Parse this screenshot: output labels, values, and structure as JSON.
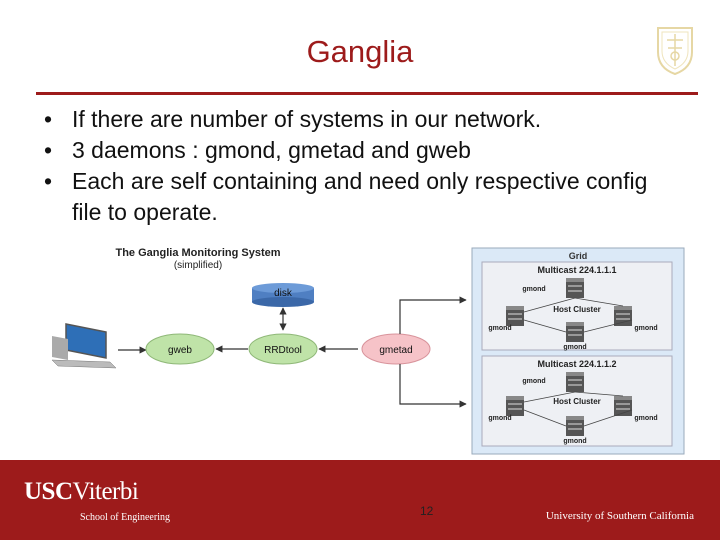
{
  "slide": {
    "title": "Ganglia",
    "bullets": [
      "If there are number of systems in our network.",
      "3 daemons : gmond, gmetad and gweb",
      "Each are self containing and need only respective config file to operate."
    ]
  },
  "diagram": {
    "title_line1": "The Ganglia Monitoring System",
    "title_line2": "(simplified)",
    "disk": "disk",
    "gweb": "gweb",
    "rrdtool": "RRDtool",
    "gmetad": "gmetad",
    "grid": "Grid",
    "clusters": [
      {
        "multicast": "Multicast 224.1.1.1",
        "host": "Host Cluster",
        "gmond": "gmond"
      },
      {
        "multicast": "Multicast 224.1.1.2",
        "host": "Host Cluster",
        "gmond": "gmond"
      }
    ]
  },
  "footer": {
    "logo_usc": "USC",
    "logo_viterbi": "Viterbi",
    "school": "School of Engineering",
    "page_number": "12",
    "university": "University of Southern California"
  },
  "colors": {
    "usc_cardinal": "#9d1b1b",
    "node_green": "#bfe3a8",
    "node_pink": "#f6c3c8",
    "disk_blue": "#4f7fc2",
    "grid_blue": "#dbe9f7"
  },
  "icons": [
    "usc-crest-icon",
    "computer-monitor-icon",
    "server-icon"
  ]
}
